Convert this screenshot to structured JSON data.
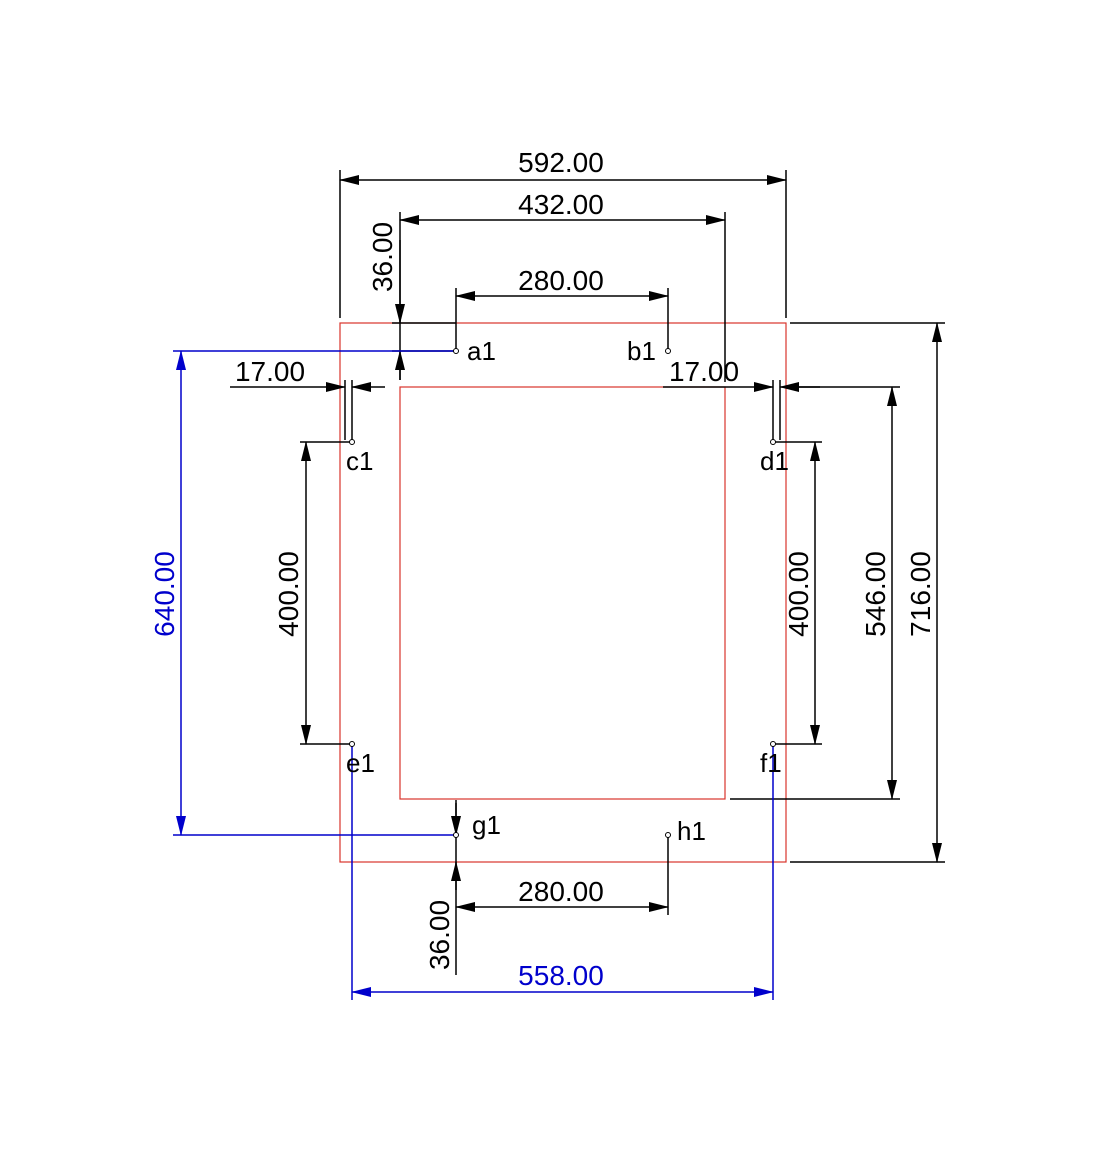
{
  "colors": {
    "dimension": "#000000",
    "highlight_dimension": "#0000cc",
    "outline": "#d9342b",
    "background": "#ffffff"
  },
  "dimensions": {
    "outer_width": "592.00",
    "inner_width": "432.00",
    "top_spacing": "280.00",
    "bottom_spacing": "280.00",
    "top_offset": "36.00",
    "bottom_offset": "36.00",
    "left_gap": "17.00",
    "right_gap": "17.00",
    "left_span": "400.00",
    "right_span": "400.00",
    "inner_height": "546.00",
    "outer_height": "716.00",
    "blue_height": "640.00",
    "blue_width": "558.00"
  },
  "points": {
    "a": "a1",
    "b": "b1",
    "c": "c1",
    "d": "d1",
    "e": "e1",
    "f": "f1",
    "g": "g1",
    "h": "h1"
  }
}
